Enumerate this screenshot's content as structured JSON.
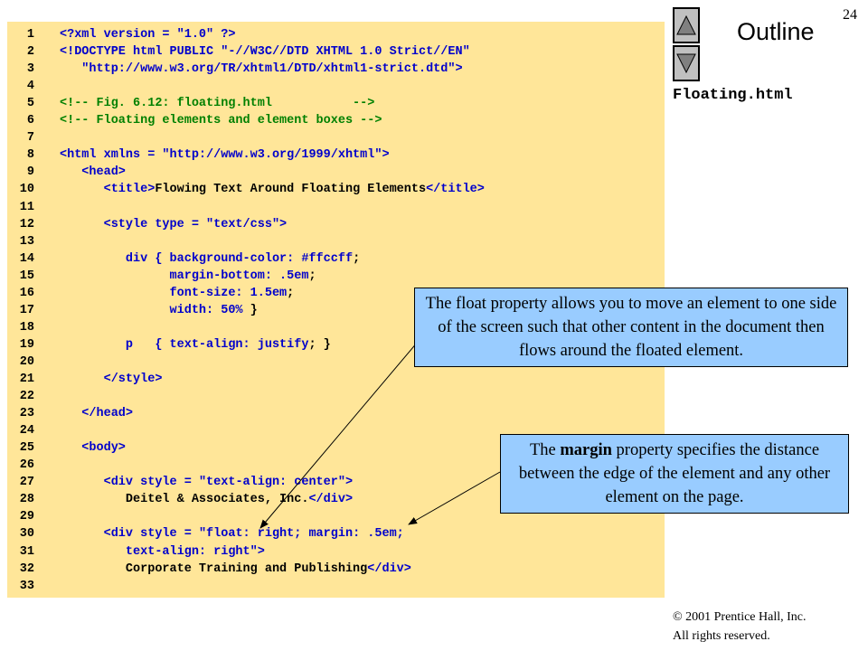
{
  "slide": {
    "number": "24"
  },
  "outline": {
    "label": "Outline",
    "prev_label": "Previous slide",
    "next_label": "Next slide"
  },
  "file_title": "Floating.html",
  "code_lines": [
    {
      "n": "1",
      "segments": [
        {
          "t": "t",
          "v": "<?xml version = "
        },
        {
          "t": "v",
          "v": "\"1.0\""
        },
        {
          "t": "t",
          "v": " ?>"
        }
      ]
    },
    {
      "n": "2",
      "segments": [
        {
          "t": "t",
          "v": "<!DOCTYPE html PUBLIC "
        },
        {
          "t": "v",
          "v": "\"-//W3C//DTD XHTML 1.0 Strict//EN\""
        }
      ]
    },
    {
      "n": "3",
      "segments": [
        {
          "t": "v",
          "v": "   \"http://www.w3.org/TR/xhtml1/DTD/xhtml1-strict.dtd\""
        },
        {
          "t": "t",
          "v": ">"
        }
      ]
    },
    {
      "n": "4",
      "segments": []
    },
    {
      "n": "5",
      "segments": [
        {
          "t": "cm",
          "v": "<!-- Fig. 6.12: floating.html           -->"
        }
      ]
    },
    {
      "n": "6",
      "segments": [
        {
          "t": "cm",
          "v": "<!-- Floating elements and element boxes -->"
        }
      ]
    },
    {
      "n": "7",
      "segments": []
    },
    {
      "n": "8",
      "segments": [
        {
          "t": "t",
          "v": "<html xmlns = "
        },
        {
          "t": "v",
          "v": "\"http://www.w3.org/1999/xhtml\""
        },
        {
          "t": "t",
          "v": ">"
        }
      ]
    },
    {
      "n": "9",
      "segments": [
        {
          "t": "t",
          "v": "   <head>"
        }
      ]
    },
    {
      "n": "10",
      "segments": [
        {
          "t": "t",
          "v": "      <title>"
        },
        {
          "t": "tx",
          "v": "Flowing Text Around Floating Elements"
        },
        {
          "t": "t",
          "v": "</title>"
        }
      ]
    },
    {
      "n": "11",
      "segments": []
    },
    {
      "n": "12",
      "segments": [
        {
          "t": "t",
          "v": "      <style type = "
        },
        {
          "t": "v",
          "v": "\"text/css\""
        },
        {
          "t": "t",
          "v": ">"
        }
      ]
    },
    {
      "n": "13",
      "segments": []
    },
    {
      "n": "14",
      "segments": [
        {
          "t": "a",
          "v": "         div { background-color: "
        },
        {
          "t": "v",
          "v": "#ffccff"
        },
        {
          "t": "tx",
          "v": ";"
        }
      ]
    },
    {
      "n": "15",
      "segments": [
        {
          "t": "a",
          "v": "               margin-bottom: "
        },
        {
          "t": "v",
          "v": ".5em"
        },
        {
          "t": "tx",
          "v": ";"
        }
      ]
    },
    {
      "n": "16",
      "segments": [
        {
          "t": "a",
          "v": "               font-size: "
        },
        {
          "t": "v",
          "v": "1.5em"
        },
        {
          "t": "tx",
          "v": ";"
        }
      ]
    },
    {
      "n": "17",
      "segments": [
        {
          "t": "a",
          "v": "               width: "
        },
        {
          "t": "v",
          "v": "50%"
        },
        {
          "t": "tx",
          "v": " }"
        }
      ]
    },
    {
      "n": "18",
      "segments": []
    },
    {
      "n": "19",
      "segments": [
        {
          "t": "a",
          "v": "         p   { text-align: "
        },
        {
          "t": "v",
          "v": "justify"
        },
        {
          "t": "tx",
          "v": "; }"
        }
      ]
    },
    {
      "n": "20",
      "segments": []
    },
    {
      "n": "21",
      "segments": [
        {
          "t": "t",
          "v": "      </style>"
        }
      ]
    },
    {
      "n": "22",
      "segments": []
    },
    {
      "n": "23",
      "segments": [
        {
          "t": "t",
          "v": "   </head>"
        }
      ]
    },
    {
      "n": "24",
      "segments": []
    },
    {
      "n": "25",
      "segments": [
        {
          "t": "t",
          "v": "   <body>"
        }
      ]
    },
    {
      "n": "26",
      "segments": []
    },
    {
      "n": "27",
      "segments": [
        {
          "t": "t",
          "v": "      <div style = "
        },
        {
          "t": "v",
          "v": "\"text-align: center\""
        },
        {
          "t": "t",
          "v": ">"
        }
      ]
    },
    {
      "n": "28",
      "segments": [
        {
          "t": "tx",
          "v": "         Deitel & Associates, Inc."
        },
        {
          "t": "t",
          "v": "</div>"
        }
      ]
    },
    {
      "n": "29",
      "segments": []
    },
    {
      "n": "30",
      "segments": [
        {
          "t": "t",
          "v": "      <div style = "
        },
        {
          "t": "v",
          "v": "\"float: right; margin: .5em;"
        }
      ]
    },
    {
      "n": "31",
      "segments": [
        {
          "t": "v",
          "v": "         text-align: right\""
        },
        {
          "t": "t",
          "v": ">"
        }
      ]
    },
    {
      "n": "32",
      "segments": [
        {
          "t": "tx",
          "v": "         Corporate Training and Publishing"
        },
        {
          "t": "t",
          "v": "</div>"
        }
      ]
    },
    {
      "n": "33",
      "segments": []
    }
  ],
  "callouts": {
    "float": "The float property allows you to move an element to one side of the screen such that other content in the document then flows around the floated element.",
    "margin_pre": "The ",
    "margin_bold": "margin",
    "margin_post": " property specifies the distance between the edge of the element and any other element on the page."
  },
  "copyright": {
    "line1": "© 2001 Prentice Hall, Inc.",
    "line2": "All rights reserved."
  },
  "colors": {
    "panel": "#ffe699",
    "callout": "#99ccff",
    "keyword": "#0000cc",
    "comment": "#008000"
  }
}
